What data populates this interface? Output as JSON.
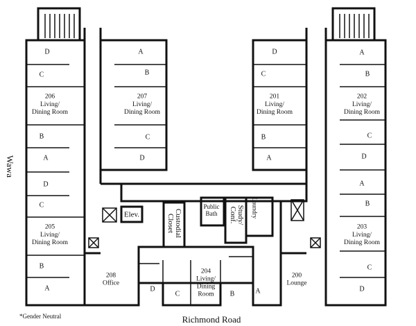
{
  "street_labels": {
    "bottom": "Richmond Road",
    "left": "Wawa"
  },
  "footnote": "*Gender Neutral",
  "suites": {
    "s206": {
      "number": "206",
      "room": "Living/\nDining Room",
      "bedrooms": [
        "D",
        "C",
        "B",
        "A"
      ]
    },
    "s205": {
      "number": "205",
      "room": "Living/\nDining Room",
      "bedrooms": [
        "D",
        "C",
        "B",
        "A"
      ]
    },
    "s207": {
      "number": "207",
      "room": "Living/\nDining Room",
      "bedrooms": [
        "A",
        "B",
        "C",
        "D"
      ]
    },
    "s201": {
      "number": "201",
      "room": "Living/\nDining Room",
      "bedrooms": [
        "D",
        "C",
        "B",
        "A"
      ]
    },
    "s202": {
      "number": "202",
      "room": "Living/\nDining Room",
      "bedrooms": [
        "A",
        "B",
        "C",
        "D"
      ]
    },
    "s203": {
      "number": "203",
      "room": "Living/\nDining Room",
      "bedrooms": [
        "A",
        "B",
        "C",
        "D"
      ]
    },
    "s204": {
      "number": "204",
      "room": "Living/\nDining\nRoom",
      "bedrooms": [
        "D",
        "C",
        "B",
        "A"
      ]
    }
  },
  "spaces": {
    "office": {
      "number": "208",
      "name": "Office"
    },
    "lounge": {
      "number": "200",
      "name": "Lounge"
    },
    "elevator": "Elev.",
    "custodial": "Custodial\nCloset",
    "public_bath": "Public\nBath",
    "study": "Study/\nConf.",
    "laundry": "Laundry"
  }
}
